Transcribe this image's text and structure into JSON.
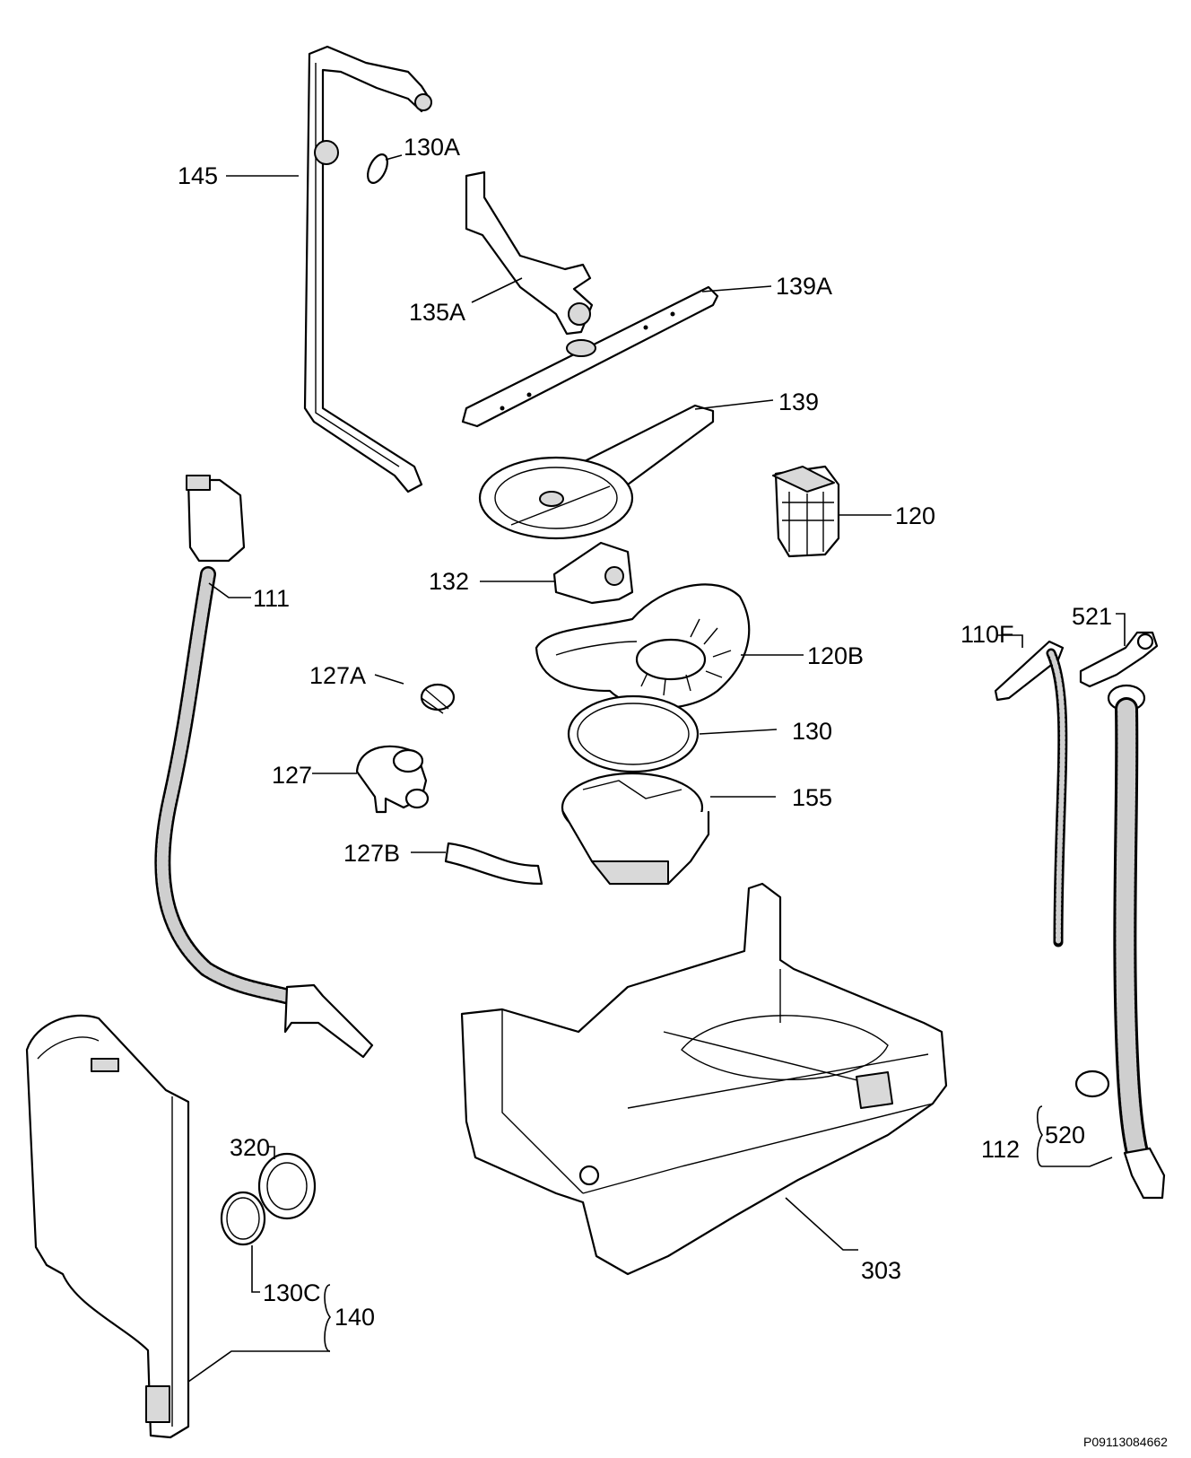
{
  "diagram": {
    "reference": "P09113084662",
    "labels": {
      "p145": "145",
      "p130A": "130A",
      "p135A": "135A",
      "p139A": "139A",
      "p139": "139",
      "p120": "120",
      "p132": "132",
      "p111": "111",
      "p110F": "110F",
      "p521": "521",
      "p120B": "120B",
      "p127A": "127A",
      "p130": "130",
      "p127": "127",
      "p155": "155",
      "p127B": "127B",
      "p320": "320",
      "p130C": "130C",
      "p140": "140",
      "p112": "112",
      "p520": "520",
      "p303": "303"
    },
    "colors": {
      "line": "#000000",
      "background": "#ffffff",
      "shade": "#d9d9d9"
    }
  }
}
